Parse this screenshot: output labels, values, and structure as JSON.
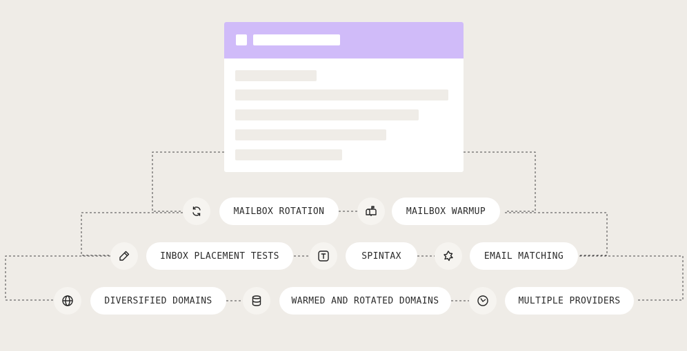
{
  "features": {
    "row1": [
      {
        "icon": "refresh-icon",
        "label": "MAILBOX ROTATION"
      },
      {
        "icon": "mailbox-icon",
        "label": "MAILBOX WARMUP"
      }
    ],
    "row2": [
      {
        "icon": "pencil-icon",
        "label": "INBOX PLACEMENT TESTS"
      },
      {
        "icon": "text-box-icon",
        "label": "SPINTAX"
      },
      {
        "icon": "puzzle-icon",
        "label": "EMAIL MATCHING"
      }
    ],
    "row3": [
      {
        "icon": "globe-icon",
        "label": "DIVERSIFIED DOMAINS"
      },
      {
        "icon": "database-icon",
        "label": "WARMED AND ROTATED DOMAINS"
      },
      {
        "icon": "compass-icon",
        "label": "MULTIPLE PROVIDERS"
      }
    ]
  },
  "colors": {
    "background": "#efece7",
    "card_header": "#d0bbf9",
    "pill": "#ffffff",
    "icon_bg": "#f6f4f0",
    "line": "#444444"
  }
}
